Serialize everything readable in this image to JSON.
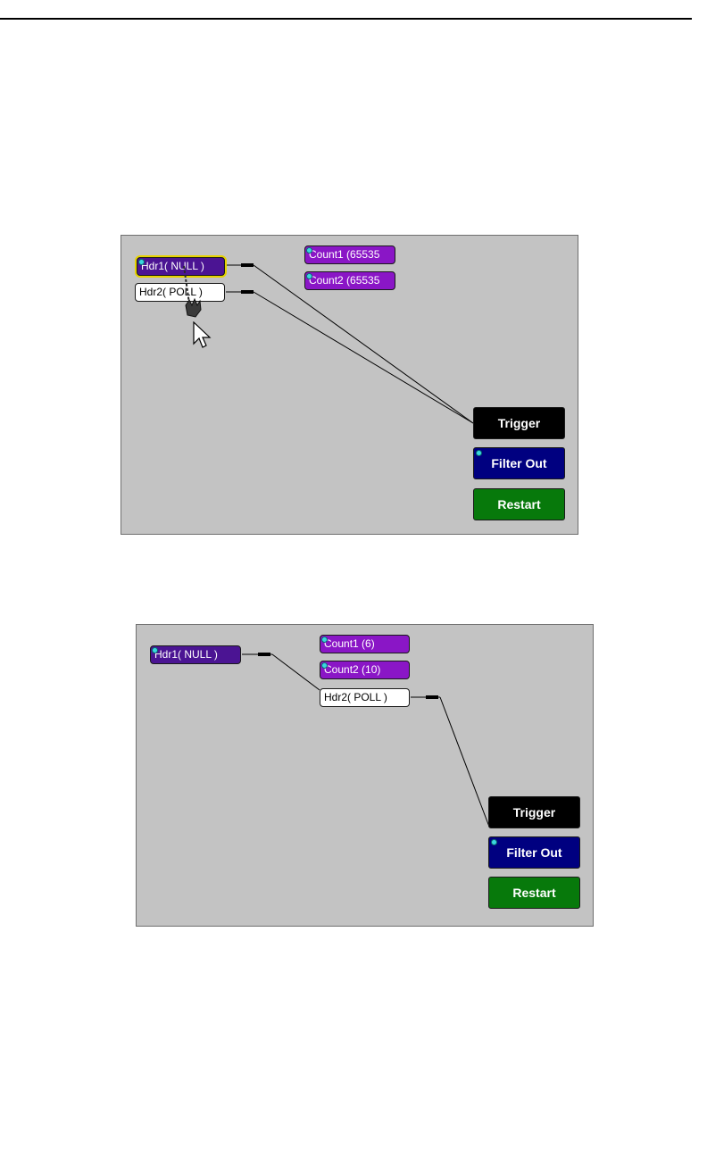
{
  "screens": [
    {
      "nodes": {
        "hdr1": "Hdr1( NULL )",
        "hdr2": "Hdr2( POLL )",
        "count1": "Count1 (65535",
        "count2": "Count2 (65535"
      },
      "actions": {
        "trigger": "Trigger",
        "filter_out": "Filter Out",
        "restart": "Restart"
      }
    },
    {
      "nodes": {
        "hdr1": "Hdr1( NULL )",
        "hdr2": "Hdr2( POLL )",
        "count1": "Count1 (6)",
        "count2": "Count2 (10)"
      },
      "actions": {
        "trigger": "Trigger",
        "filter_out": "Filter Out",
        "restart": "Restart"
      }
    }
  ],
  "colors": {
    "canvas": "#c3c3c3",
    "counter_node": "#8a16c6",
    "header_node_null": "#4b1493",
    "header_node_poll": "#ffffff",
    "trigger": "#000000",
    "filter_out": "#000080",
    "restart": "#07790b",
    "port_dot": "#3ad7e0",
    "selection_outline": "#e6d200"
  },
  "icons": {
    "port": "port-dot-icon",
    "cursor": "arrow-cursor-icon",
    "drag": "drag-hand-icon"
  }
}
